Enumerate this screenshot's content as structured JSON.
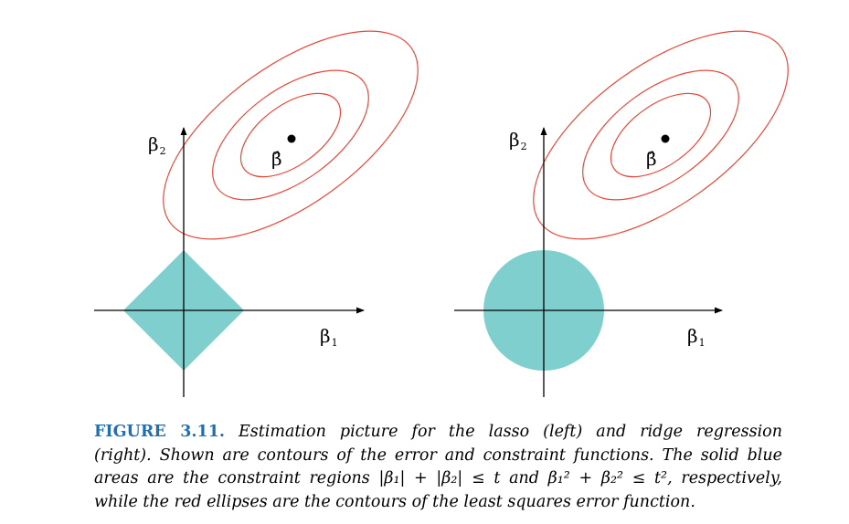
{
  "figure": {
    "panels": [
      {
        "id": "lasso",
        "x_axis_label": "β",
        "x_axis_sub": "1",
        "y_axis_label": "β",
        "y_axis_sub": "2",
        "estimate_label": "β̂",
        "region_shape": "diamond"
      },
      {
        "id": "ridge",
        "x_axis_label": "β",
        "x_axis_sub": "1",
        "y_axis_label": "β",
        "y_axis_sub": "2",
        "estimate_label": "β̂",
        "region_shape": "disk"
      }
    ],
    "colors": {
      "region_fill": "#7fcfcf",
      "ellipse_stroke": "#e8483a",
      "axis": "#000000",
      "figure_number": "#1f6fb3"
    }
  },
  "caption": {
    "figure_number": "FIGURE 3.11.",
    "line1_rest": " Estimation picture for the lasso (left) and ridge regression",
    "line2": "(right). Shown are contours of the error and constraint functions. The solid blue",
    "line3_a": "areas are the constraint regions ",
    "line3_math1": "|β₁| + |β₂| ≤ t",
    "line3_b": " and ",
    "line3_math2": "β₁² + β₂² ≤ t²",
    "line3_c": ", respectively,",
    "line4": "while the red ellipses are the contours of the least squares error function."
  }
}
